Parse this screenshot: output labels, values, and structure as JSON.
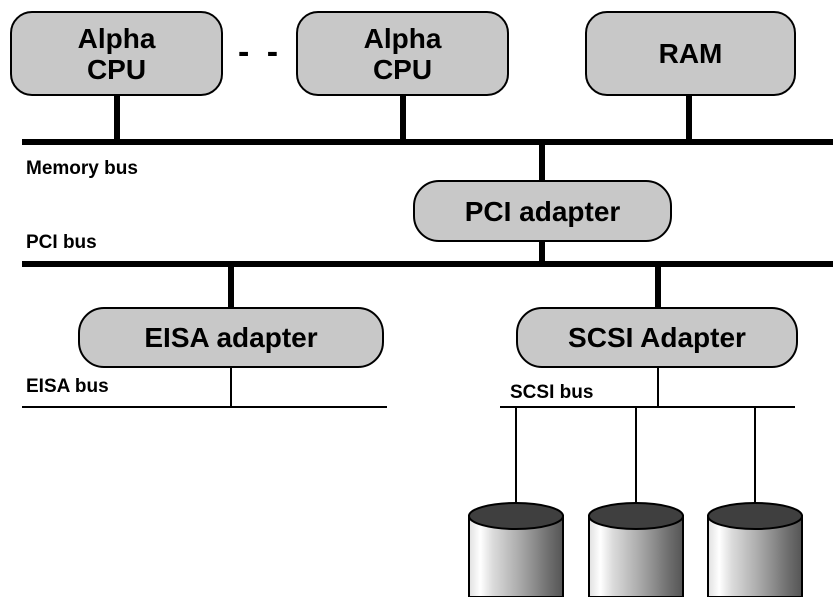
{
  "nodes": {
    "cpu1": "Alpha\nCPU",
    "ellipsis": "- -",
    "cpu2": "Alpha\nCPU",
    "ram": "RAM",
    "pci_adapter": "PCI adapter",
    "eisa_adapter": "EISA adapter",
    "scsi_adapter": "SCSI Adapter"
  },
  "buses": {
    "memory": "Memory bus",
    "pci": "PCI bus",
    "eisa": "EISA bus",
    "scsi": "SCSI bus"
  },
  "disks": {
    "count": 3
  },
  "colors": {
    "box_fill": "#c8c8c8",
    "stroke": "#000000",
    "disk_top": "#3f3f3f"
  }
}
